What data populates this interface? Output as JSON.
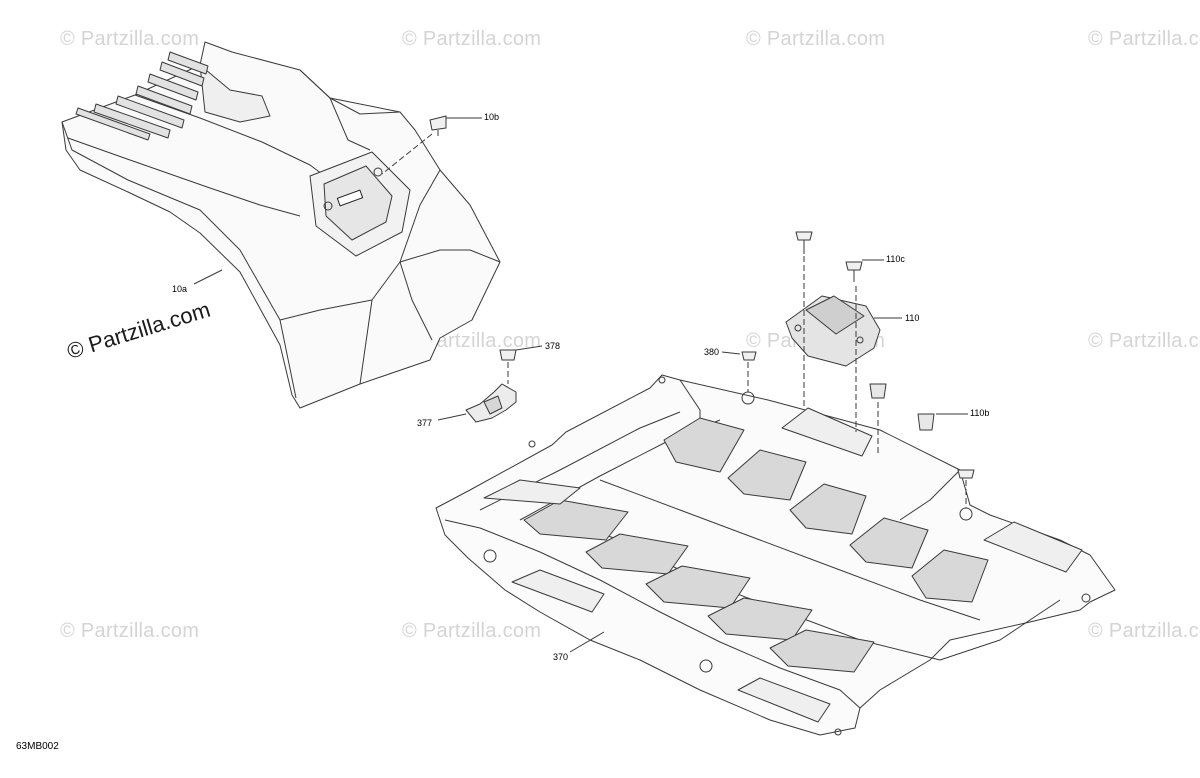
{
  "watermark": {
    "text": "© Partzilla.com",
    "main_text": "© Partzilla.com"
  },
  "figure_id": "63MB002",
  "callouts": {
    "c_10b": "10b",
    "c_10a": "10a",
    "c_110c": "110c",
    "c_110": "110",
    "c_110b": "110b",
    "c_378": "378",
    "c_377": "377",
    "c_380": "380",
    "c_370": "370"
  },
  "colors": {
    "line": "#3a3a3a",
    "watermark": "#d4d4d4",
    "panel_fill": "#d8d8d8"
  }
}
